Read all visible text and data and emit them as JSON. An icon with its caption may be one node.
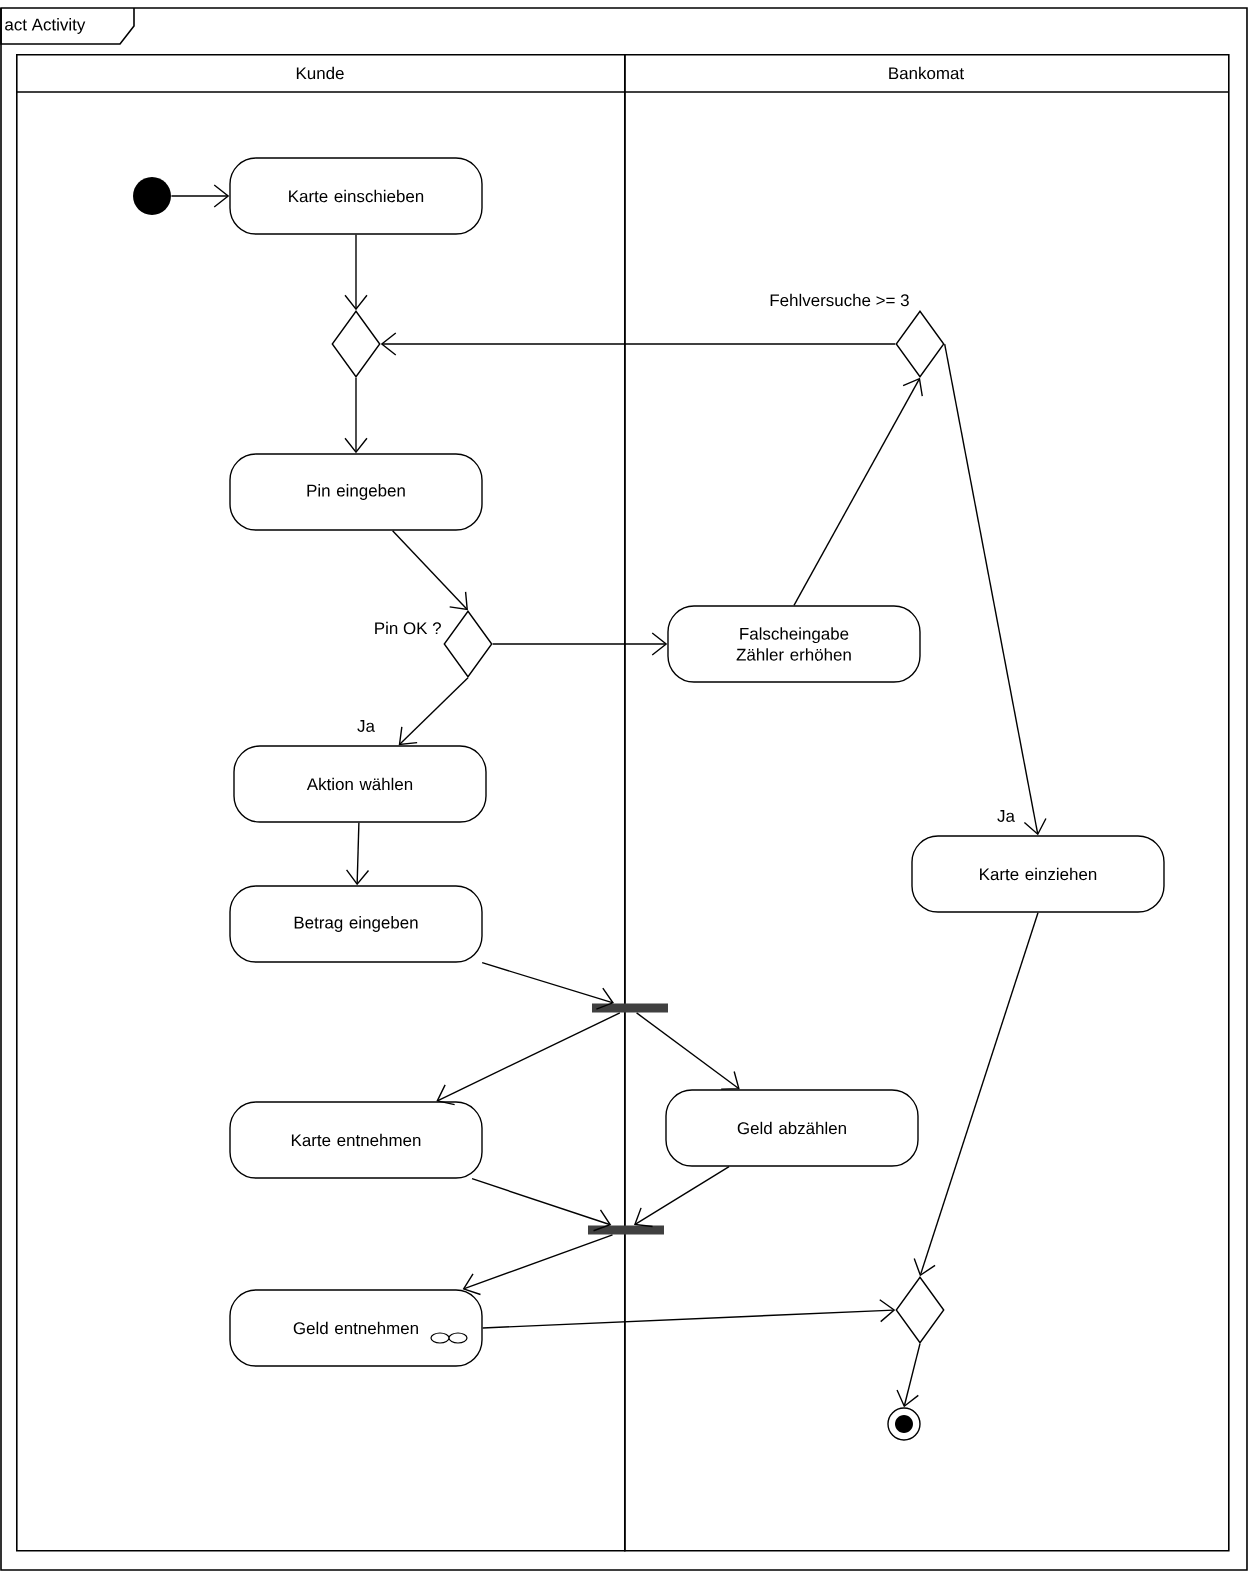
{
  "diagram": {
    "title": "act Activity",
    "nodes": [
      {
        "text": [
          "Kunde"
        ]
      },
      {
        "text": [
          "Bankomat"
        ]
      },
      {
        "text": [],
        "shape": "circle",
        "in": 0
      },
      {
        "text": [
          "Karte einschieben"
        ],
        "in": 0
      },
      {
        "text": [],
        "shape": "diamond",
        "in": 0
      },
      {
        "text": [
          "Pin eingeben"
        ],
        "in": 0
      },
      {
        "text": [],
        "shape": "diamond",
        "in": 0,
        "beside": [
          "Pin OK ?"
        ]
      },
      {
        "text": [
          "Falscheingabe Zähler erhöhen"
        ],
        "in": 1
      },
      {
        "text": [],
        "shape": "diamond",
        "in": 1,
        "beside": [
          "Fehlversuche >= 3"
        ]
      },
      {
        "text": [
          "Aktion wählen"
        ],
        "in": 0
      },
      {
        "text": [
          "Karte einziehen"
        ],
        "in": 1
      },
      {
        "text": [
          "Betrag eingeben"
        ],
        "in": 0
      },
      {
        "text": [],
        "shape": "bar"
      },
      {
        "text": [
          "Karte entnehmen"
        ],
        "in": 0
      },
      {
        "text": [
          "Geld abzählen"
        ],
        "in": 1
      },
      {
        "text": [],
        "shape": "bar"
      },
      {
        "text": [
          "Geld entnehmen"
        ],
        "in": 0
      },
      {
        "text": [],
        "shape": "diamond",
        "in": 1
      },
      {
        "text": [],
        "shape": "circle",
        "in": 1
      }
    ],
    "edges": [
      {
        "from": 2,
        "to": 3,
        "arrow": "to"
      },
      {
        "from": 3,
        "to": 4,
        "arrow": "to"
      },
      {
        "from": 4,
        "to": 5,
        "arrow": "to"
      },
      {
        "from": 5,
        "to": 6,
        "arrow": "to"
      },
      {
        "from": 6,
        "to": 7,
        "arrow": "to"
      },
      {
        "from": 6,
        "to": 9,
        "arrow": "to",
        "label": "Ja"
      },
      {
        "from": 7,
        "to": 8,
        "arrow": "to"
      },
      {
        "from": 8,
        "to": 4,
        "arrow": "to"
      },
      {
        "from": 8,
        "to": 10,
        "arrow": "to",
        "label": "Ja"
      },
      {
        "from": 9,
        "to": 11,
        "arrow": "to"
      },
      {
        "from": 11,
        "to": 12,
        "arrow": "to"
      },
      {
        "from": 12,
        "to": 13,
        "arrow": "to"
      },
      {
        "from": 12,
        "to": 14,
        "arrow": "to"
      },
      {
        "from": 13,
        "to": 15,
        "arrow": "to"
      },
      {
        "from": 14,
        "to": 15,
        "arrow": "to"
      },
      {
        "from": 15,
        "to": 16,
        "arrow": "to"
      },
      {
        "from": 16,
        "to": 17,
        "arrow": "to"
      },
      {
        "from": 10,
        "to": 17,
        "arrow": "to"
      },
      {
        "from": 17,
        "to": 18,
        "arrow": "to"
      }
    ]
  }
}
